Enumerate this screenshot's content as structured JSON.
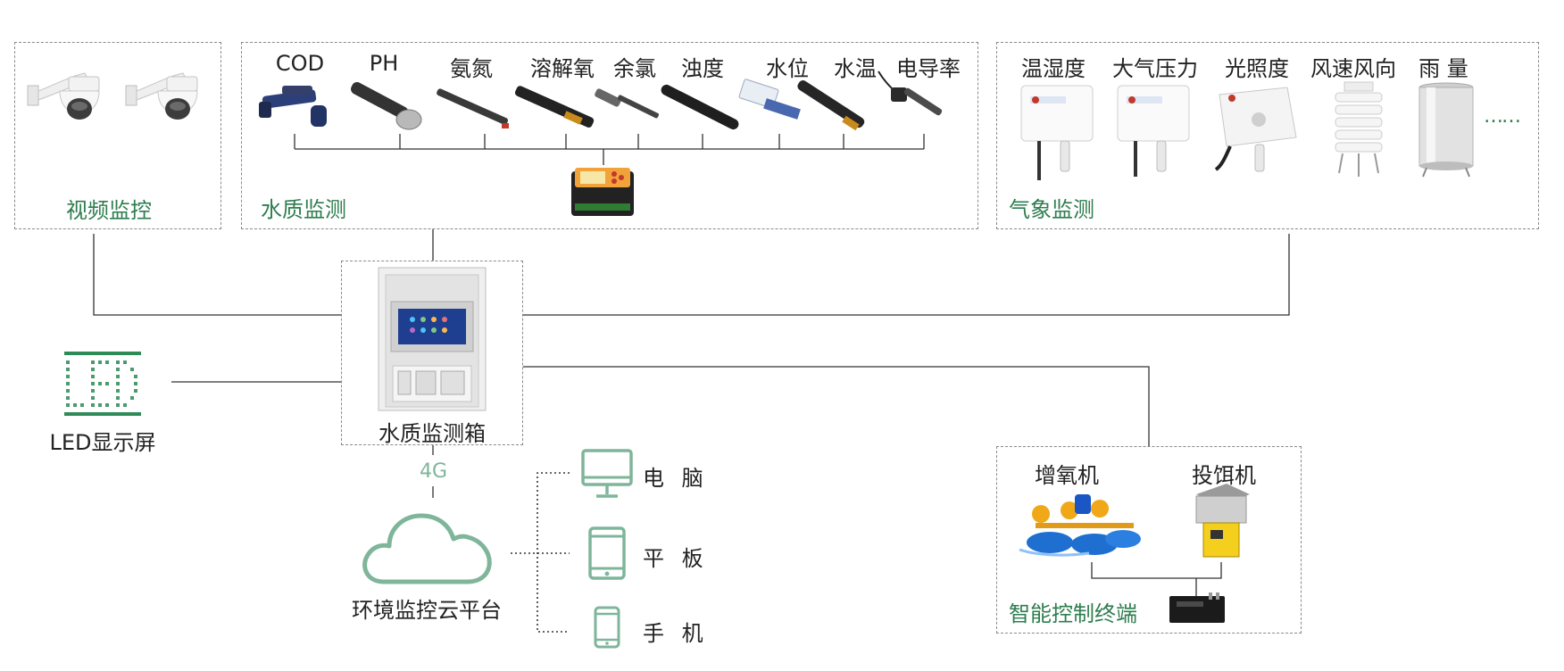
{
  "video": {
    "title": "视频监控"
  },
  "water_quality": {
    "title": "水质监测",
    "sensors": [
      "COD",
      "PH",
      "氨氮",
      "溶解氧",
      "余氯",
      "浊度",
      "水位",
      "水温",
      "电导率"
    ]
  },
  "weather": {
    "title": "气象监测",
    "sensors": [
      "温湿度",
      "大气压力",
      "光照度",
      "风速风向",
      "雨 量"
    ],
    "more": "……"
  },
  "center_box": {
    "label": "水质监测箱"
  },
  "led": {
    "label": "LED显示屏",
    "glyph": "LED"
  },
  "link": {
    "label": "4G"
  },
  "cloud": {
    "label": "环境监控云平台"
  },
  "terminals": [
    {
      "label": "电 脑"
    },
    {
      "label": "平 板"
    },
    {
      "label": "手 机"
    }
  ],
  "control": {
    "title": "智能控制终端",
    "devices": [
      "增氧机",
      "投饵机"
    ]
  },
  "colors": {
    "accent": "#2e7d4f",
    "cloud_stroke": "#7fb59a",
    "line": "#333333",
    "dash": "#8a8a8a"
  },
  "icons": [
    "dome-camera-icon",
    "probe-sensor-icon",
    "data-logger-icon",
    "weather-sensor-box-icon",
    "louver-shield-icon",
    "rain-gauge-icon",
    "control-cabinet-icon",
    "led-screen-icon",
    "cloud-icon",
    "monitor-icon",
    "tablet-icon",
    "phone-icon",
    "aerator-icon",
    "feeder-icon",
    "relay-icon"
  ]
}
